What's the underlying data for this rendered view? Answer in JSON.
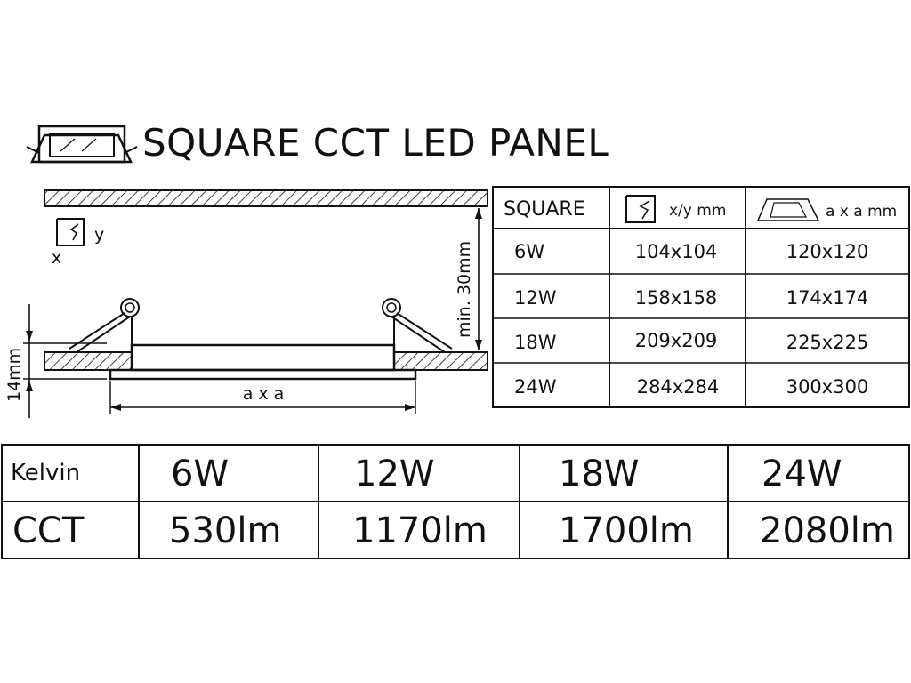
{
  "title": "SQUARE CCT LED PANEL",
  "diagram": {
    "axis_y": "y",
    "axis_x": "x",
    "dim_height": "14mm",
    "dim_depth": "min. 30mm",
    "dim_width": "a x a"
  },
  "size_table": {
    "headers": [
      "SQUARE",
      "x/y mm",
      "a x a mm"
    ],
    "rows": [
      {
        "power": "6W",
        "cutout": "104x104",
        "outer": "120x120"
      },
      {
        "power": "12W",
        "cutout": "158x158",
        "outer": "174x174"
      },
      {
        "power": "18W",
        "cutout": "209x209",
        "outer": "225x225"
      },
      {
        "power": "24W",
        "cutout": "284x284",
        "outer": "300x300"
      }
    ]
  },
  "lumen_table": {
    "row_headers": [
      "Kelvin",
      "CCT"
    ],
    "columns": [
      {
        "power": "6W",
        "lumen": "530lm"
      },
      {
        "power": "12W",
        "lumen": "1170lm"
      },
      {
        "power": "18W",
        "lumen": "1700lm"
      },
      {
        "power": "24W",
        "lumen": "2080lm"
      }
    ]
  }
}
